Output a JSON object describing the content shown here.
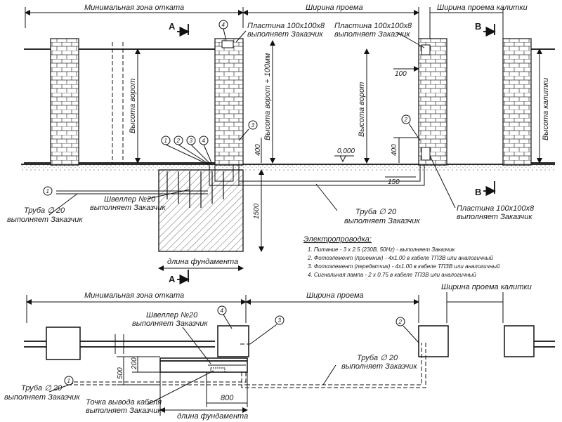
{
  "top_view_labels": {
    "min_zone": "Минимальная зона отката",
    "opening_width": "Ширина проема",
    "gate_opening_width": "Ширина проема калитки",
    "section_a": "A",
    "section_b": "B",
    "plate_top": "Пластина 100x100x8",
    "plate_top_sub": "выполняет Заказчик",
    "plate_right": "Пластина 100x100x8",
    "plate_right_sub": "выполняет Заказчик",
    "plate_bottom": "Пластина 100x100x8",
    "plate_bottom_sub": "выполняет Заказчик",
    "gate_height": "Высота ворот",
    "gate_height_plus": "Высота ворот + 100мм",
    "gate_height_right": "Высота ворот",
    "wicket_height": "Высота калитки",
    "dim_400_left": "400",
    "dim_400_right": "400",
    "dim_100": "100",
    "dim_150": "150",
    "dim_1500": "1500",
    "level": "0,000",
    "channel": "Швеллер №20",
    "channel_sub": "выполняет Заказчик",
    "pipe_left": "Труба ∅ 20",
    "pipe_left_sub": "выполняет Заказчик",
    "pipe_mid": "Труба ∅ 20",
    "pipe_mid_sub": "выполняет Заказчик",
    "foundation_length": "длина фундамента"
  },
  "callouts": [
    "1",
    "2",
    "3",
    "4"
  ],
  "wiring": {
    "title": "Электропроводка:",
    "items": [
      "1. Питание - 3 x 2.5 (230В, 50Hz) - выполняет Заказчик",
      "2. Фотоэлемент (приемник) - 4x1.00  в кабеле ТПЗВ или аналогичный",
      "3. Фотоэлемент (передатчик) - 4x1.00 в кабеле ТПЗВ или аналогичный",
      "4. Сигнальная лампа - 2 x 0.75 в кабеле ТПЗВ или аналогичный"
    ]
  },
  "plan_view_labels": {
    "min_zone": "Минимальная зона отката",
    "opening_width": "Ширина проема",
    "gate_opening_width": "Ширина проема калитки",
    "channel": "Швеллер №20",
    "channel_sub": "выполняет Заказчик",
    "pipe_mid": "Труба ∅ 20",
    "pipe_mid_sub": "выполняет Заказчик",
    "pipe_left": "Труба ∅ 20",
    "pipe_left_sub": "выполняет Заказчик",
    "cable_point": "Точка вывода кабеля",
    "cable_point_sub": "выполняет Заказчик",
    "dim_500": "500",
    "dim_200": "200",
    "dim_800": "800",
    "foundation_length": "длина фундамента"
  }
}
